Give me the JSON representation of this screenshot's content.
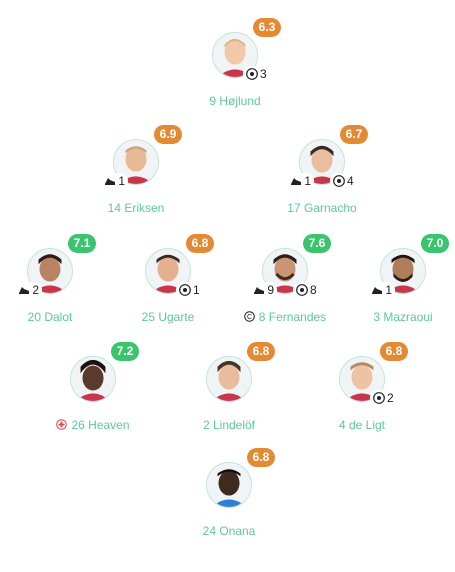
{
  "players": [
    {
      "id": "hojlund",
      "rating": "6.3",
      "rating_color": "#e58a34",
      "name": "9 Højlund",
      "stats": [
        {
          "type": "goal",
          "value": "3",
          "side": "right"
        }
      ]
    },
    {
      "id": "eriksen",
      "rating": "6.9",
      "rating_color": "#e58a34",
      "name": "14 Eriksen",
      "stats": [
        {
          "type": "boot",
          "value": "1",
          "side": "left"
        }
      ]
    },
    {
      "id": "garnacho",
      "rating": "6.7",
      "rating_color": "#e58a34",
      "name": "17 Garnacho",
      "stats": [
        {
          "type": "boot",
          "value": "1",
          "side": "left"
        },
        {
          "type": "goal",
          "value": "4",
          "side": "right"
        }
      ]
    },
    {
      "id": "dalot",
      "rating": "7.1",
      "rating_color": "#39c46d",
      "name": "20 Dalot",
      "stats": [
        {
          "type": "boot",
          "value": "2",
          "side": "left"
        }
      ]
    },
    {
      "id": "ugarte",
      "rating": "6.8",
      "rating_color": "#e58a34",
      "name": "25 Ugarte",
      "stats": [
        {
          "type": "goal",
          "value": "1",
          "side": "right"
        }
      ]
    },
    {
      "id": "fernandes",
      "rating": "7.6",
      "rating_color": "#39c46d",
      "name": "8 Fernandes",
      "captain": "C",
      "stats": [
        {
          "type": "boot",
          "value": "9",
          "side": "left"
        },
        {
          "type": "goal",
          "value": "8",
          "side": "right"
        }
      ]
    },
    {
      "id": "mazraoui",
      "rating": "7.0",
      "rating_color": "#39c46d",
      "name": "3 Mazraoui",
      "stats": [
        {
          "type": "boot",
          "value": "1",
          "side": "left"
        }
      ]
    },
    {
      "id": "heaven",
      "rating": "7.2",
      "rating_color": "#39c46d",
      "name": "26 Heaven",
      "sub_icon": "injury-cross-icon",
      "stats": []
    },
    {
      "id": "lindelof",
      "rating": "6.8",
      "rating_color": "#e58a34",
      "name": "2 Lindelöf",
      "stats": []
    },
    {
      "id": "deligt",
      "rating": "6.8",
      "rating_color": "#e58a34",
      "name": "4 de Ligt",
      "stats": [
        {
          "type": "goal",
          "value": "2",
          "side": "right"
        }
      ]
    },
    {
      "id": "onana",
      "rating": "6.8",
      "rating_color": "#e58a34",
      "name": "24 Onana",
      "stats": []
    }
  ]
}
